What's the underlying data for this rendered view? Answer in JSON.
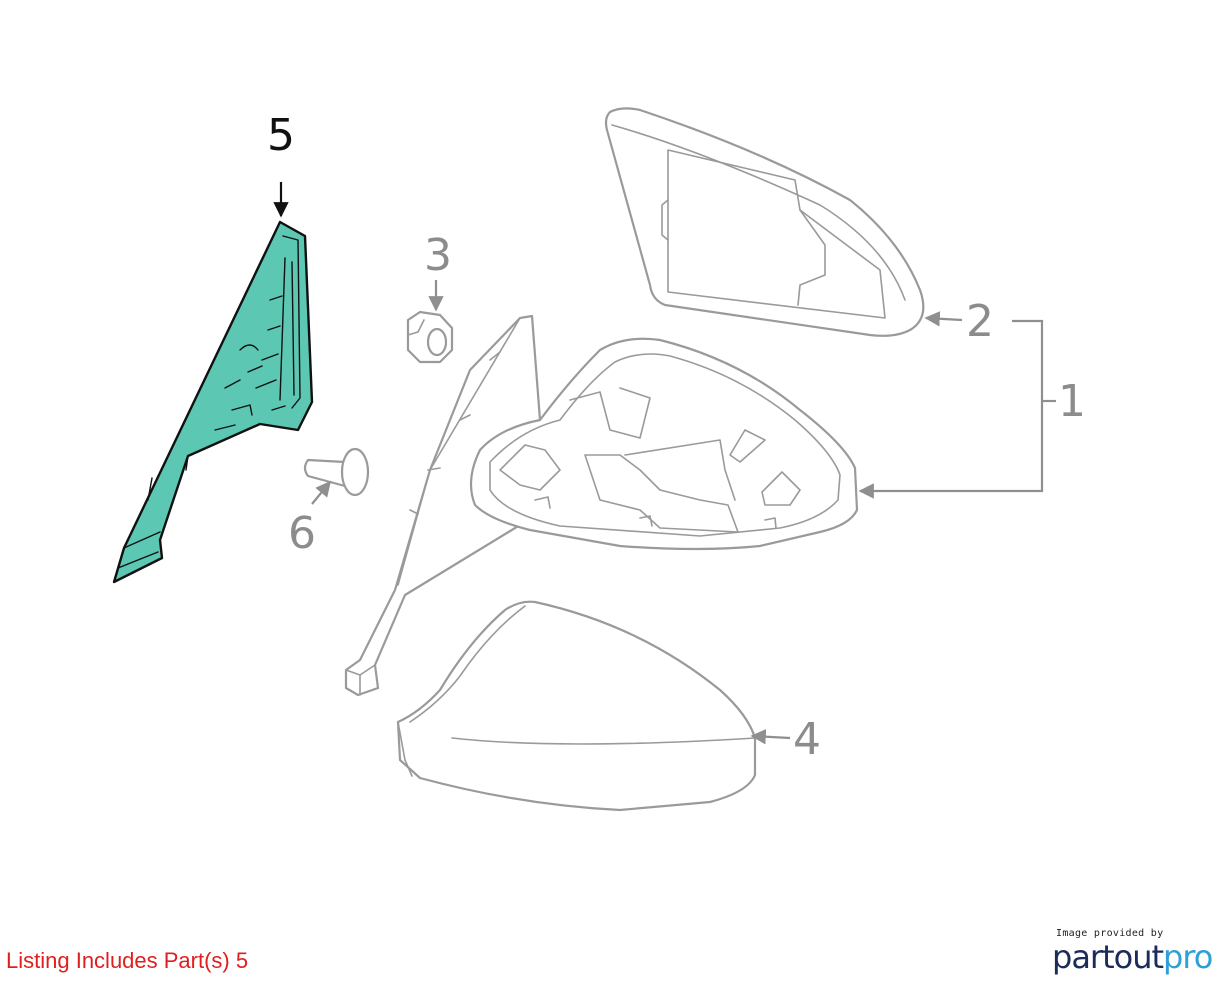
{
  "callouts": {
    "c1": "1",
    "c2": "2",
    "c3": "3",
    "c4": "4",
    "c5": "5",
    "c6": "6"
  },
  "highlighted_part": "5",
  "highlight_color": "#5cc7b3",
  "line_color": "#9a9a9a",
  "listing_note": "Listing Includes Part(s) 5",
  "listing_note_color": "#e01e1e",
  "credit": {
    "small": "Image provided by",
    "brand_part_a": "partout",
    "brand_part_b": "pro"
  }
}
